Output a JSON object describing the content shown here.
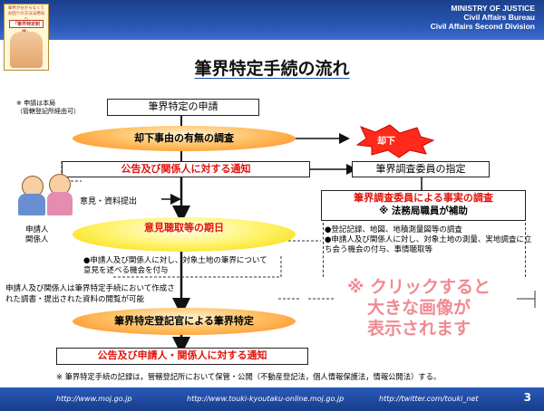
{
  "header": {
    "ministry_lines": [
      "MINISTRY OF JUSTICE",
      "Civil Affairs Bureau",
      "Civil Affairs Second Division"
    ],
    "thumbnail": {
      "caption": "筆界が分からなくてお困りの方は法務局へ",
      "label": "「筆界特定制度」"
    },
    "title": "筆界特定手続の流れ"
  },
  "flow": {
    "note_top": [
      "※ 申請は本局",
      "（管轄登記所経由可）"
    ],
    "application": "筆界特定の申請",
    "review": "却下事由の有無の調査",
    "rejection": "却下",
    "public_notice": "公告及び関係人に対する通知",
    "committee_appoint": "筆界調査委員の指定",
    "committee_investigation": "筆界調査委員による事実の調査",
    "committee_assist": "※ 法務局職員が補助",
    "investigation_items": [
      "●登記記録、地図、地積測量図等の調査",
      "●申請人及び関係人に対し、対象土地の測量、実地調査に立ち会う機会の付与、事情聴取等"
    ],
    "opinion_submission": "意見・資料提出",
    "parties_label": [
      "申請人",
      "関係人"
    ],
    "hearing": "意見聴取等の期日",
    "hearing_detail": "●申請人及び関係人に対し、対象土地の筆界について意見を述べる機会を付与",
    "inspection_note": "申請人及び関係人は筆界特定手続において作成された調書・提出された資料の閲覧が可能",
    "registrar_decision": "筆界特定登記官による筆界特定",
    "final_notice": "公告及び申請人・関係人に対する通知"
  },
  "promo": [
    "※ クリックすると",
    "大きな画像が",
    "表示されます"
  ],
  "footnote": "※ 筆界特定手続の記録は，管轄登記所において保管・公開（不動産登記法，個人情報保護法，情報公開法）する。",
  "footer": {
    "urls": [
      "http://www.moj.go.jp",
      "http://www.touki-kyoutaku-online.moj.go.jp",
      "http://twitter.com/touki_net"
    ],
    "page_number": "3"
  }
}
